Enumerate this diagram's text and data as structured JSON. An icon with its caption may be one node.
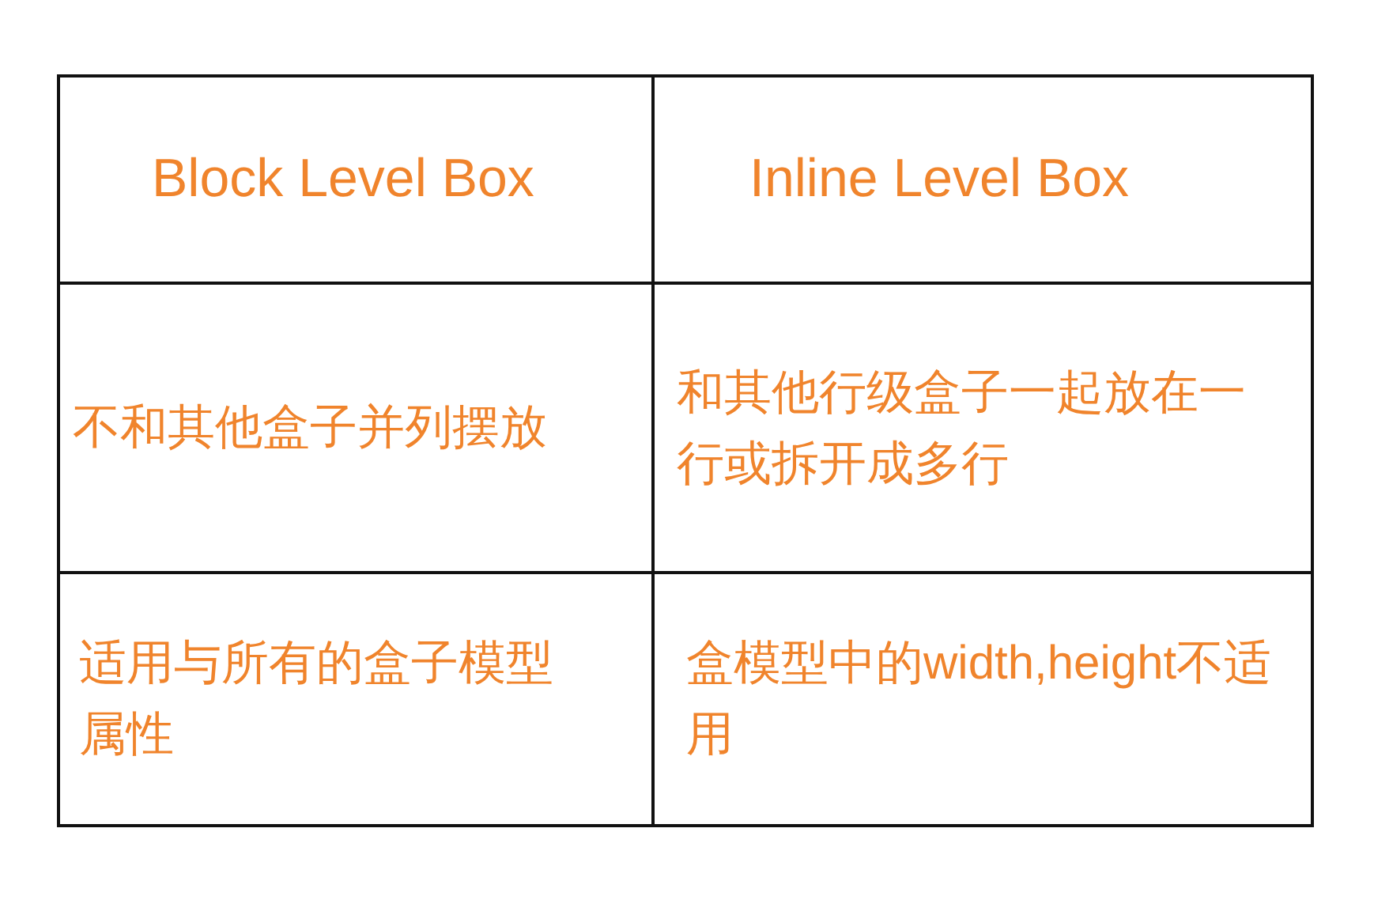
{
  "diagram": {
    "labels": [
      "Block Level Box",
      "Inline Level Box",
      "不和其他盒子并列摆放",
      "和其他行级盒子一起放在一行或拆开成多行",
      "适用与所有的盒子模型属性",
      "盒模型中的width,height不适用"
    ]
  }
}
